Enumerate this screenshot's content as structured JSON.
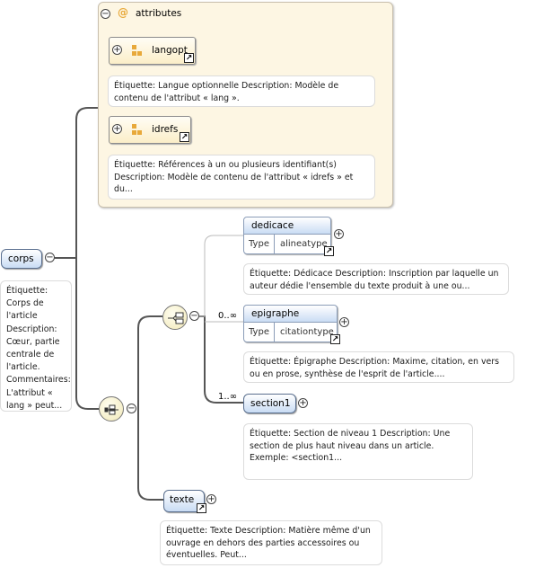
{
  "root": {
    "name": "corps",
    "annotation": "Étiquette: Corps de l'article Description: Cœur, partie centrale de l'article. Commentaires: L'attribut « lang » peut..."
  },
  "attributes_group": {
    "title": "attributes",
    "items": [
      {
        "name": "langopt",
        "annotation": "Étiquette: Langue optionnelle Description: Modèle de contenu de l'attribut « lang »."
      },
      {
        "name": "idrefs",
        "annotation": "Étiquette: Références à un ou plusieurs identifiant(s) Description: Modèle de contenu de l'attribut « idrefs » et du..."
      }
    ]
  },
  "choice": {
    "cardinality": "0..∞"
  },
  "elements": [
    {
      "name": "dedicace",
      "type_label": "Type",
      "type_value": "alineatype",
      "annotation": "Étiquette: Dédicace Description: Inscription par laquelle un auteur dédie l'ensemble du texte produit à une ou..."
    },
    {
      "name": "epigraphe",
      "type_label": "Type",
      "type_value": "citationtype",
      "annotation": "Étiquette: Épigraphe Description: Maxime, citation, en vers ou en prose, synthèse de l'esprit de l'article...."
    },
    {
      "name": "section1",
      "cardinality": "1..∞",
      "annotation": "Étiquette: Section de niveau 1 Description: Une section de plus haut niveau dans un article. Exemple: <section1..."
    },
    {
      "name": "texte",
      "annotation": "Étiquette: Texte Description: Matière même d'un ouvrage en dehors des parties accessoires ou éventuelles. Peut..."
    }
  ],
  "icons": {
    "collapse": "minus-circle-icon",
    "expand": "plus-circle-icon",
    "link": "link-arrow-icon",
    "sequence": "sequence-compositor-icon",
    "choice": "choice-compositor-icon",
    "attribute": "attribute-at-icon"
  },
  "colors": {
    "element_fill": "#c9dcf4",
    "element_border": "#5a6f8f",
    "attribute_fill": "#fbeec8",
    "attribute_group_fill": "#fdf6e3",
    "wire": "#555555",
    "at_sign": "#e8a93a"
  }
}
